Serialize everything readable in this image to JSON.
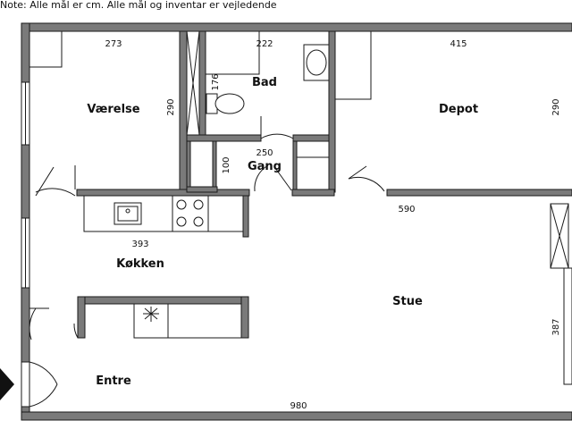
{
  "note": "Note: Alle mål er cm. Alle mål og inventar er vejledende",
  "rooms": {
    "vaerelse": "Værelse",
    "bad": "Bad",
    "depot": "Depot",
    "gang": "Gang",
    "kokken": "Køkken",
    "stue": "Stue",
    "entre": "Entre"
  },
  "dimensions": {
    "vaerelse_width": "273",
    "vaerelse_height": "290",
    "bad_width": "222",
    "bad_height": "176",
    "depot_width": "415",
    "depot_height": "290",
    "gang_width": "250",
    "gang_height": "100",
    "stue_width": "590",
    "kokken_width": "393",
    "stue_height": "387",
    "total_width": "980"
  }
}
